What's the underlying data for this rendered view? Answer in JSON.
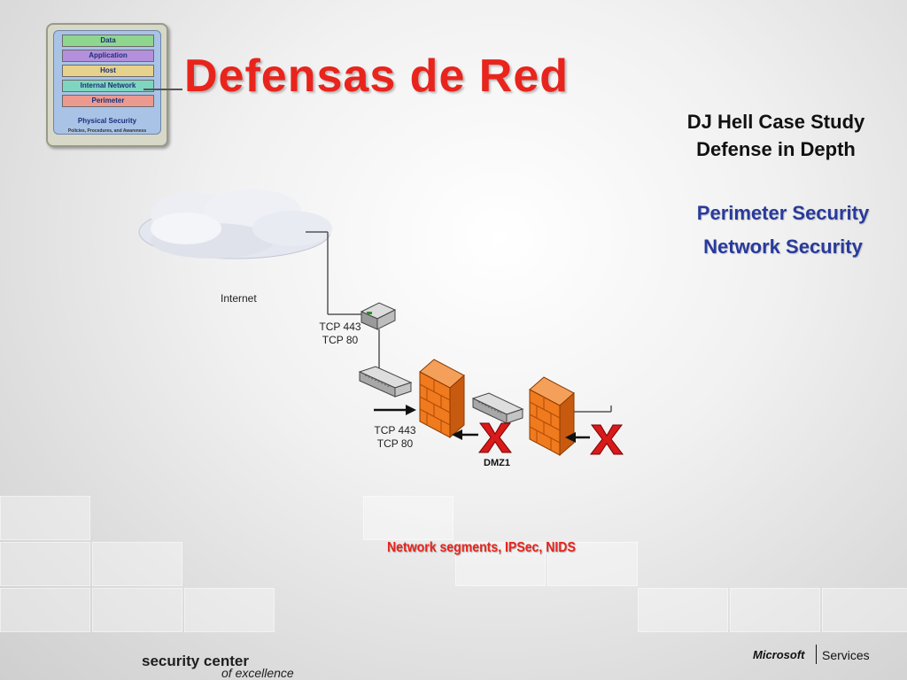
{
  "slide": {
    "title": "Defensas de Red",
    "case_study_line1": "DJ Hell Case Study",
    "case_study_line2": "Defense in Depth",
    "focus_items": [
      "Perimeter Security",
      "Network Security"
    ],
    "footnote": "Network segments, IPSec, NIDS"
  },
  "layers_graphic": {
    "layers": [
      {
        "label": "Data",
        "color": "#8fd68f"
      },
      {
        "label": "Application",
        "color": "#b48fdc"
      },
      {
        "label": "Host",
        "color": "#e6d28c"
      },
      {
        "label": "Internal Network",
        "color": "#7fd6c0"
      },
      {
        "label": "Perimeter",
        "color": "#ec9a90"
      }
    ],
    "base_label": "Physical Security",
    "footer_label": "Policies, Procedures, and Awareness"
  },
  "diagram": {
    "internet_label": "Internet",
    "router_ports_line1": "TCP 443",
    "router_ports_line2": "TCP 80",
    "dmz_ports_line1": "TCP 443",
    "dmz_ports_line2": "TCP 80",
    "dmz_label": "DMZ1"
  },
  "branding": {
    "left_line1": "security center",
    "left_line2": "of excellence",
    "vendor": "Microsoft",
    "vendor_division": "Services"
  },
  "colors": {
    "title_red": "#e8241c",
    "focus_blue": "#283a9c",
    "firewall_orange": "#f07a1e",
    "block_x_red": "#d81a1a"
  },
  "icons": [
    "cloud-icon",
    "router-icon",
    "switch-icon",
    "firewall-icon",
    "block-x-icon",
    "arrow-icon"
  ]
}
